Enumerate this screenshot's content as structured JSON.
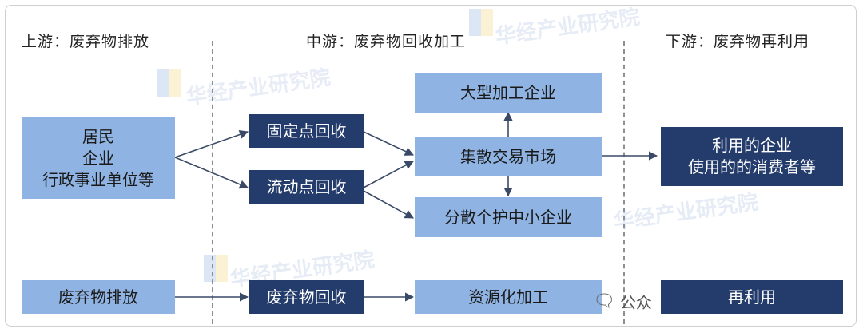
{
  "stages": {
    "upstream": "上游：废弃物排放",
    "midstream": "中游：废弃物回收加工",
    "downstream": "下游：废弃物再利用"
  },
  "nodes": {
    "sources": [
      "居民",
      "企业",
      "行政事业单位等"
    ],
    "fixed_point": "固定点回收",
    "mobile_point": "流动点回收",
    "large_processing": "大型加工企业",
    "trading_market": "集散交易市场",
    "small_enterprises": "分散个护中小企业",
    "users": [
      "利用的企业",
      "使用的的消费者等"
    ],
    "discharge": "废弃物排放",
    "recycling": "废弃物回收",
    "resource_processing": "资源化加工",
    "reuse": "再利用"
  },
  "watermark": {
    "text": "华经产业研究院",
    "account_prefix": "公众"
  }
}
